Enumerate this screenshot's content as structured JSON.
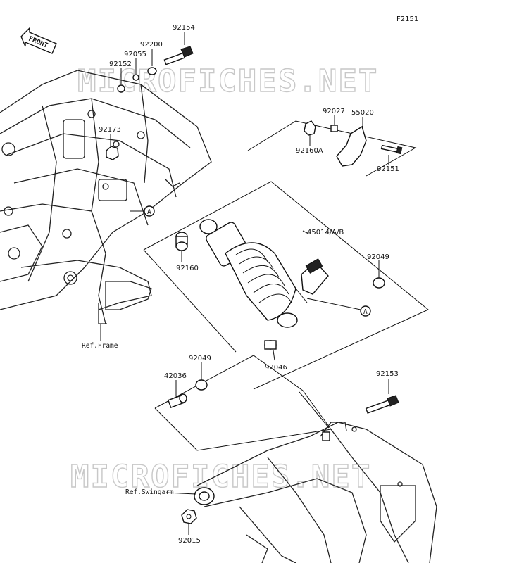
{
  "diagram_id": "F2151",
  "front_label": "FRONT",
  "watermark": "MICROFICHES.NET",
  "ref_frame": "Ref.Frame",
  "ref_swingarm": "Ref.Swingarm",
  "callout": "A",
  "parts": {
    "p92154": "92154",
    "p92200": "92200",
    "p92055": "92055",
    "p92152": "92152",
    "p92173": "92173",
    "p92027": "92027",
    "p55020": "55020",
    "p92160A": "92160A",
    "p92151": "92151",
    "p45014": "45014/A/B",
    "p92049a": "92049",
    "p92160": "92160",
    "p92046": "92046",
    "p92049b": "92049",
    "p42036": "42036",
    "p92153": "92153",
    "p92015": "92015"
  }
}
